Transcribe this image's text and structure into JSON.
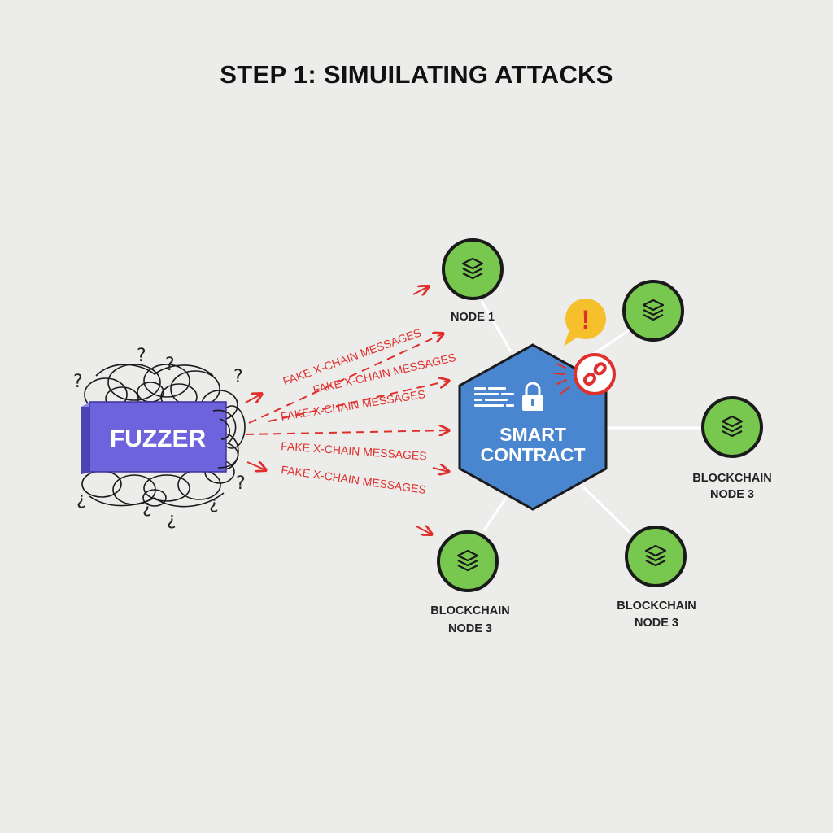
{
  "title": "STEP 1: SIMUILATING ATTACKS",
  "fuzzer": {
    "label": "FUZZER",
    "color": "#6d63dd"
  },
  "contract": {
    "line1": "SMART",
    "line2": "CONTRACT",
    "color": "#4a86d0",
    "icons": [
      "code-icon",
      "padlock-icon"
    ]
  },
  "messages": [
    "FAKE X-CHAIN MESSAGES",
    "FAKE X-CHAIN MESSAGES",
    "FAKE X-CHAIN MESSAGES",
    "FAKE X-CHAIN MESSAGES",
    "FAKE X-CHAIN MESSAGES"
  ],
  "nodes": [
    {
      "line1": "NODE 1",
      "line2": ""
    },
    {
      "line1": "",
      "line2": ""
    },
    {
      "line1": "BLOCKCHAIN",
      "line2": "NODE 3"
    },
    {
      "line1": "BLOCKCHAIN",
      "line2": "NODE 3"
    },
    {
      "line1": "BLOCKCHAIN",
      "line2": "NODE 3"
    }
  ],
  "alert": {
    "symbol": "!",
    "color": "#f5c02c",
    "icon": "warning-speech-bubble-icon"
  },
  "broken_link": {
    "icon": "broken-chain-link-icon",
    "color": "#e0302e"
  },
  "colors": {
    "attack": "#e0302e",
    "node_fill": "#78c850",
    "node_border": "#1a1a1a",
    "background": "#ececea"
  }
}
